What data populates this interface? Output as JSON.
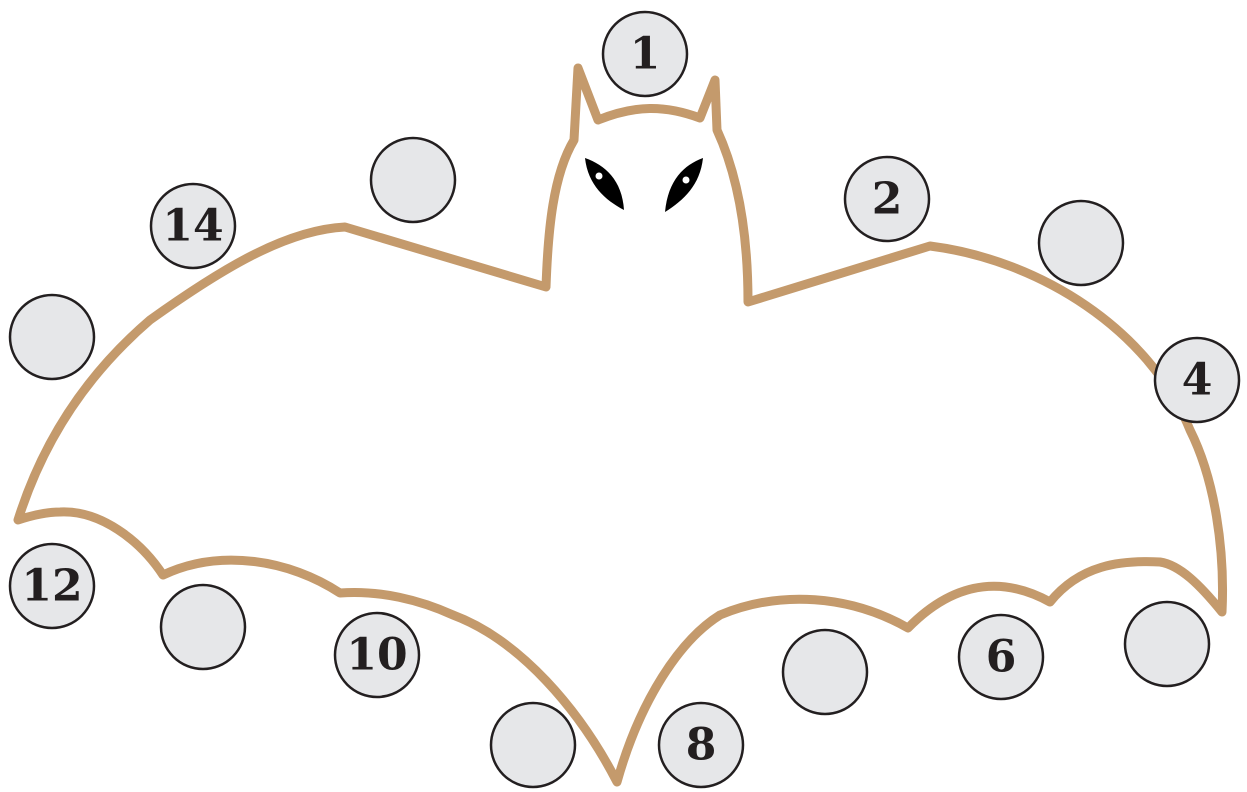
{
  "colors": {
    "outline": "#c49a6c",
    "bubble_fill": "#e6e7e9",
    "bubble_stroke": "#231f20",
    "label": "#231f20",
    "eye": "#000000",
    "eye_highlight": "#ffffff"
  },
  "bubbles": [
    {
      "id": "b1",
      "label": "1"
    },
    {
      "id": "b2",
      "label": "2"
    },
    {
      "id": "b3",
      "label": ""
    },
    {
      "id": "b4",
      "label": "4"
    },
    {
      "id": "b5",
      "label": ""
    },
    {
      "id": "b6",
      "label": "6"
    },
    {
      "id": "b7",
      "label": ""
    },
    {
      "id": "b8",
      "label": "8"
    },
    {
      "id": "b9",
      "label": ""
    },
    {
      "id": "b10",
      "label": "10"
    },
    {
      "id": "b11",
      "label": ""
    },
    {
      "id": "b12",
      "label": "12"
    },
    {
      "id": "b13",
      "label": ""
    },
    {
      "id": "b14",
      "label": "14"
    },
    {
      "id": "b15",
      "label": ""
    }
  ]
}
